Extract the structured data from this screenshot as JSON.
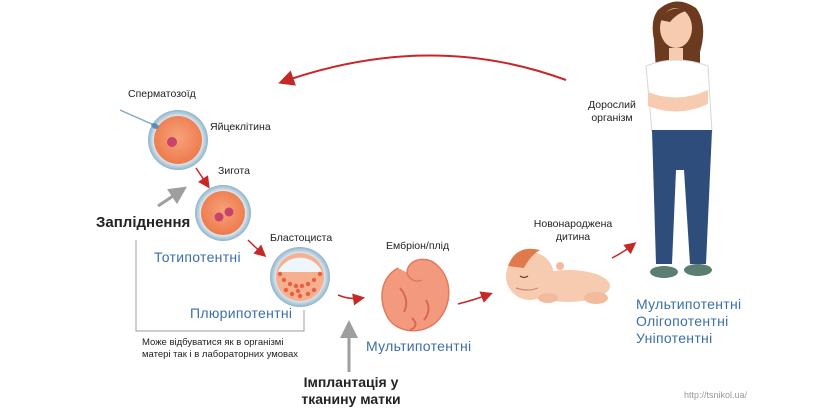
{
  "labels": {
    "sperm": "Сперматозоїд",
    "egg": "Яйцеклітина",
    "zygote": "Зигота",
    "fertilization": "Запліднення",
    "totipotent": "Тотипотентні",
    "blastocyst": "Бластоциста",
    "pluripotent": "Плюрипотентні",
    "embryo": "Ембріон/плід",
    "multipotent_embryo": "Мультипотентні",
    "newborn_line1": "Новонароджена",
    "newborn_line2": "дитина",
    "adult_line1": "Дорослий",
    "adult_line2": "організм",
    "adult_potency_1": "Мультипотентні",
    "adult_potency_2": "Олігопотентні",
    "adult_potency_3": "Уніпотентні",
    "note": "Може відбуватися як в організмі матері так і в лабораторних умовах",
    "implantation_line1": "Імплантація у",
    "implantation_line2": "тканину матки",
    "watermark": "http://tsnikol.ua/"
  },
  "colors": {
    "arrow_red": "#c62828",
    "arrow_gray": "#9e9e9e",
    "potency_blue": "#3a6fa8",
    "cell_orange": "#f28a5b",
    "cell_rim": "#8fb3c9",
    "embryo_pink": "#f39a7e",
    "jeans": "#2f4d7a",
    "shirt": "#ffffff",
    "hair": "#6b3a1f",
    "skin": "#f6cbb0"
  }
}
